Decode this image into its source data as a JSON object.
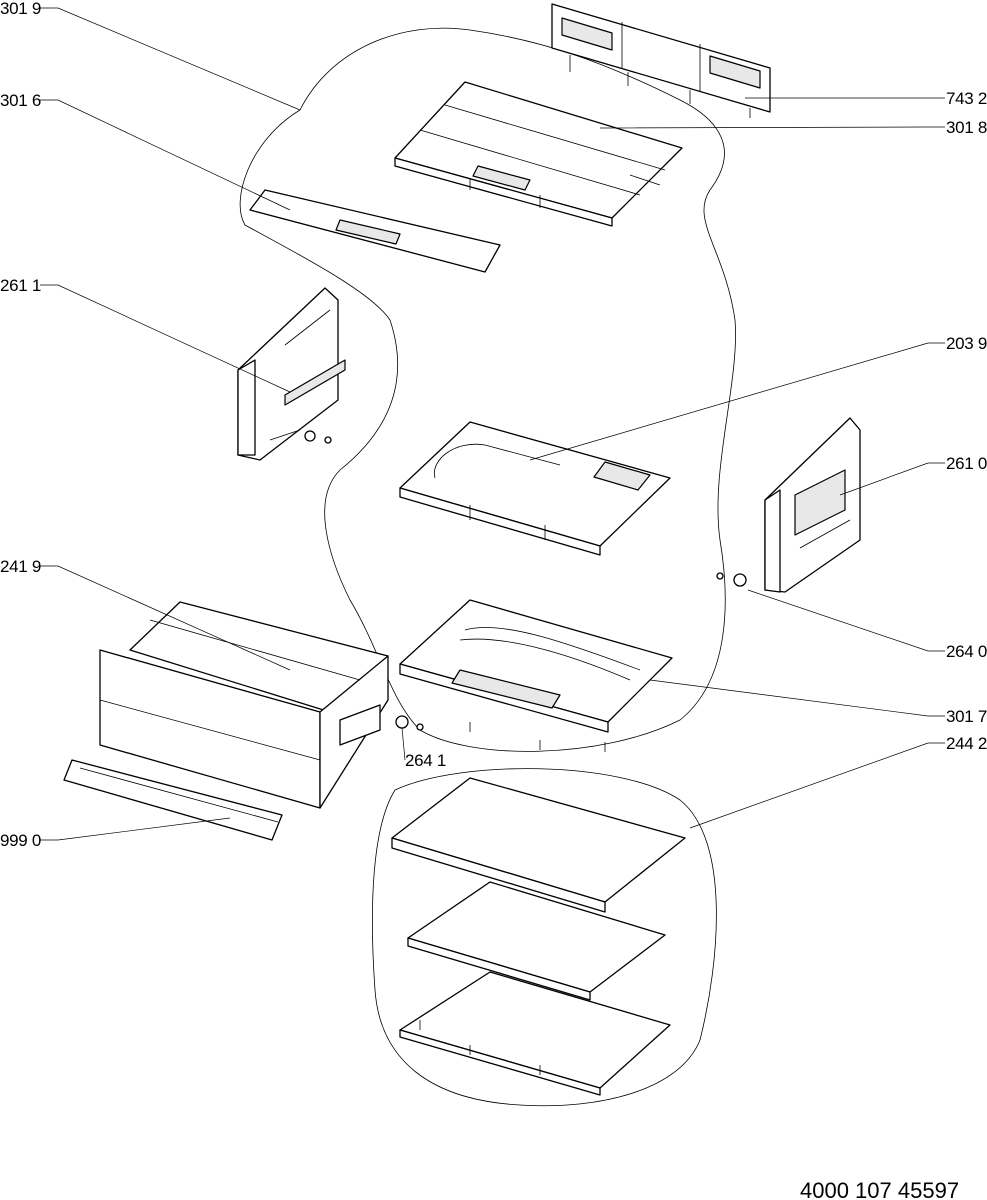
{
  "labels": {
    "p3019": "301 9",
    "p3016": "301 6",
    "p2611": "261 1",
    "p2419": "241 9",
    "p9990": "999 0",
    "p7432": "743 2",
    "p3018": "301 8",
    "p2039": "203 9",
    "p2610": "261 0",
    "p2640": "264 0",
    "p3017": "301 7",
    "p2442": "244 2",
    "p2641": "264 1"
  },
  "document_number": "4000 107 45597"
}
